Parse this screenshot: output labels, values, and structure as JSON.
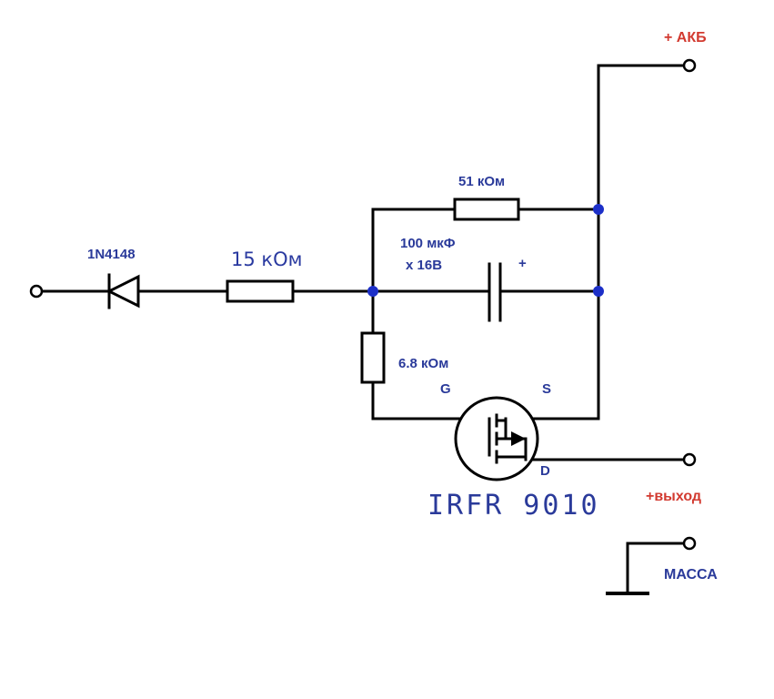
{
  "components": {
    "diode": {
      "label": "1N4148"
    },
    "r_input": {
      "label": "15 кОм"
    },
    "r_feedback": {
      "label": "51 кОм"
    },
    "capacitor": {
      "label_line1": "100 мкФ",
      "label_line2": "х 16В",
      "polarity": "+"
    },
    "r_gate": {
      "label": "6.8 кОм"
    },
    "mosfet": {
      "gate": "G",
      "source": "S",
      "drain": "D",
      "part_number": "IRFR 9010"
    }
  },
  "terminals": {
    "battery": "+ АКБ",
    "output": "+выход",
    "ground": "МАССА"
  },
  "colors": {
    "wire": "#000000",
    "junction": "#1c2fc8",
    "label": "#2a3a9a",
    "power_label": "#d23a30"
  }
}
